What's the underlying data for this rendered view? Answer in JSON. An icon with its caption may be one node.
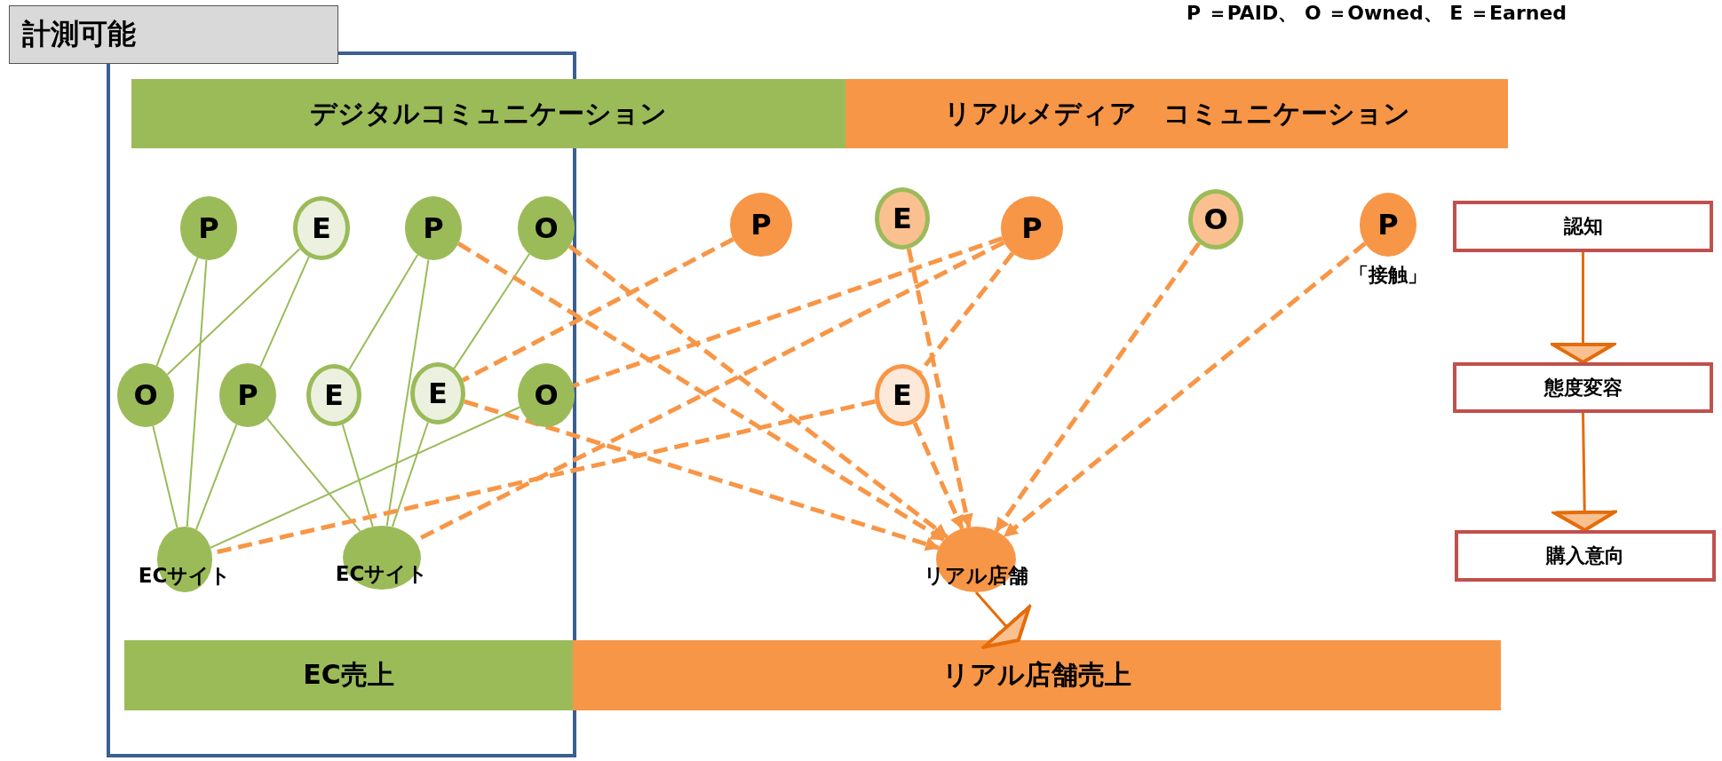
{
  "diagram": {
    "nodes": [
      {
        "text": [
          "計測可能"
        ]
      },
      {
        "text": [
          "デジタルコミュニケーション"
        ]
      },
      {
        "text": [
          "リアルメディア　コミュニケーション"
        ]
      },
      {
        "text": [
          "P"
        ],
        "in": 0
      },
      {
        "text": [
          "E"
        ],
        "in": 0
      },
      {
        "text": [
          "P"
        ],
        "in": 0
      },
      {
        "text": [
          "O"
        ],
        "in": 0
      },
      {
        "text": [
          "P"
        ]
      },
      {
        "text": [
          "E"
        ]
      },
      {
        "text": [
          "P"
        ]
      },
      {
        "text": [
          "O"
        ]
      },
      {
        "text": [
          "P"
        ],
        "beside": [
          "「接触」"
        ]
      },
      {
        "text": [
          "認知"
        ]
      },
      {
        "text": [
          "O"
        ],
        "in": 0
      },
      {
        "text": [
          "P"
        ],
        "in": 0
      },
      {
        "text": [
          "E"
        ],
        "in": 0
      },
      {
        "text": [
          "E"
        ],
        "in": 0
      },
      {
        "text": [
          "O"
        ],
        "in": 0
      },
      {
        "text": [
          "E"
        ]
      },
      {
        "text": [
          "態度変容"
        ]
      },
      {
        "text": [
          "ECサイト"
        ],
        "in": 0
      },
      {
        "text": [
          "ECサイト"
        ],
        "in": 0
      },
      {
        "text": [
          "リアル店舗"
        ]
      },
      {
        "text": [
          "購入意向"
        ]
      },
      {
        "text": [
          "EC売上"
        ],
        "in": 0
      },
      {
        "text": [
          "リアル店舗売上"
        ]
      }
    ],
    "edges": [
      {
        "from": 3,
        "to": 13,
        "arrow": "none"
      },
      {
        "from": 3,
        "to": 20,
        "arrow": "none"
      },
      {
        "from": 4,
        "to": 13,
        "arrow": "none"
      },
      {
        "from": 4,
        "to": 14,
        "arrow": "none"
      },
      {
        "from": 5,
        "to": 15,
        "arrow": "none"
      },
      {
        "from": 5,
        "to": 21,
        "arrow": "none"
      },
      {
        "from": 6,
        "to": 16,
        "arrow": "none"
      },
      {
        "from": 13,
        "to": 20,
        "arrow": "none"
      },
      {
        "from": 14,
        "to": 20,
        "arrow": "none"
      },
      {
        "from": 14,
        "to": 21,
        "arrow": "none"
      },
      {
        "from": 15,
        "to": 21,
        "arrow": "none"
      },
      {
        "from": 16,
        "to": 21,
        "arrow": "none"
      },
      {
        "from": 17,
        "to": 20,
        "arrow": "none"
      },
      {
        "from": 5,
        "to": 22,
        "arrow": "to",
        "style": "dashed",
        "color": "#f79646"
      },
      {
        "from": 6,
        "to": 22,
        "arrow": "to",
        "style": "dashed",
        "color": "#f79646"
      },
      {
        "from": 16,
        "to": 22,
        "arrow": "to",
        "style": "dashed",
        "color": "#f79646"
      },
      {
        "from": 7,
        "to": 16,
        "arrow": "none",
        "style": "dashed",
        "color": "#f79646"
      },
      {
        "from": 9,
        "to": 17,
        "arrow": "none",
        "style": "dashed",
        "color": "#f79646"
      },
      {
        "from": 9,
        "to": 21,
        "arrow": "none",
        "style": "dashed",
        "color": "#f79646"
      },
      {
        "from": 9,
        "to": 18,
        "arrow": "none",
        "style": "dashed",
        "color": "#f79646"
      },
      {
        "from": 18,
        "to": 20,
        "arrow": "none",
        "style": "dashed",
        "color": "#f79646"
      },
      {
        "from": 8,
        "to": 22,
        "arrow": "to",
        "style": "dashed",
        "color": "#f79646"
      },
      {
        "from": 18,
        "to": 22,
        "arrow": "to",
        "style": "dashed",
        "color": "#f79646"
      },
      {
        "from": 10,
        "to": 22,
        "arrow": "to",
        "style": "dashed",
        "color": "#f79646"
      },
      {
        "from": 11,
        "to": 22,
        "arrow": "to",
        "style": "dashed",
        "color": "#f79646"
      },
      {
        "from": 22,
        "to": 25,
        "arrow": "to",
        "color": "#e46c0a"
      },
      {
        "from": 12,
        "to": 19,
        "arrow": "to",
        "color": "#e46c0a"
      },
      {
        "from": 19,
        "to": 23,
        "arrow": "to",
        "color": "#e46c0a"
      }
    ],
    "labels": [
      "P ＝PAID、 O ＝Owned、 E ＝Earned"
    ]
  }
}
